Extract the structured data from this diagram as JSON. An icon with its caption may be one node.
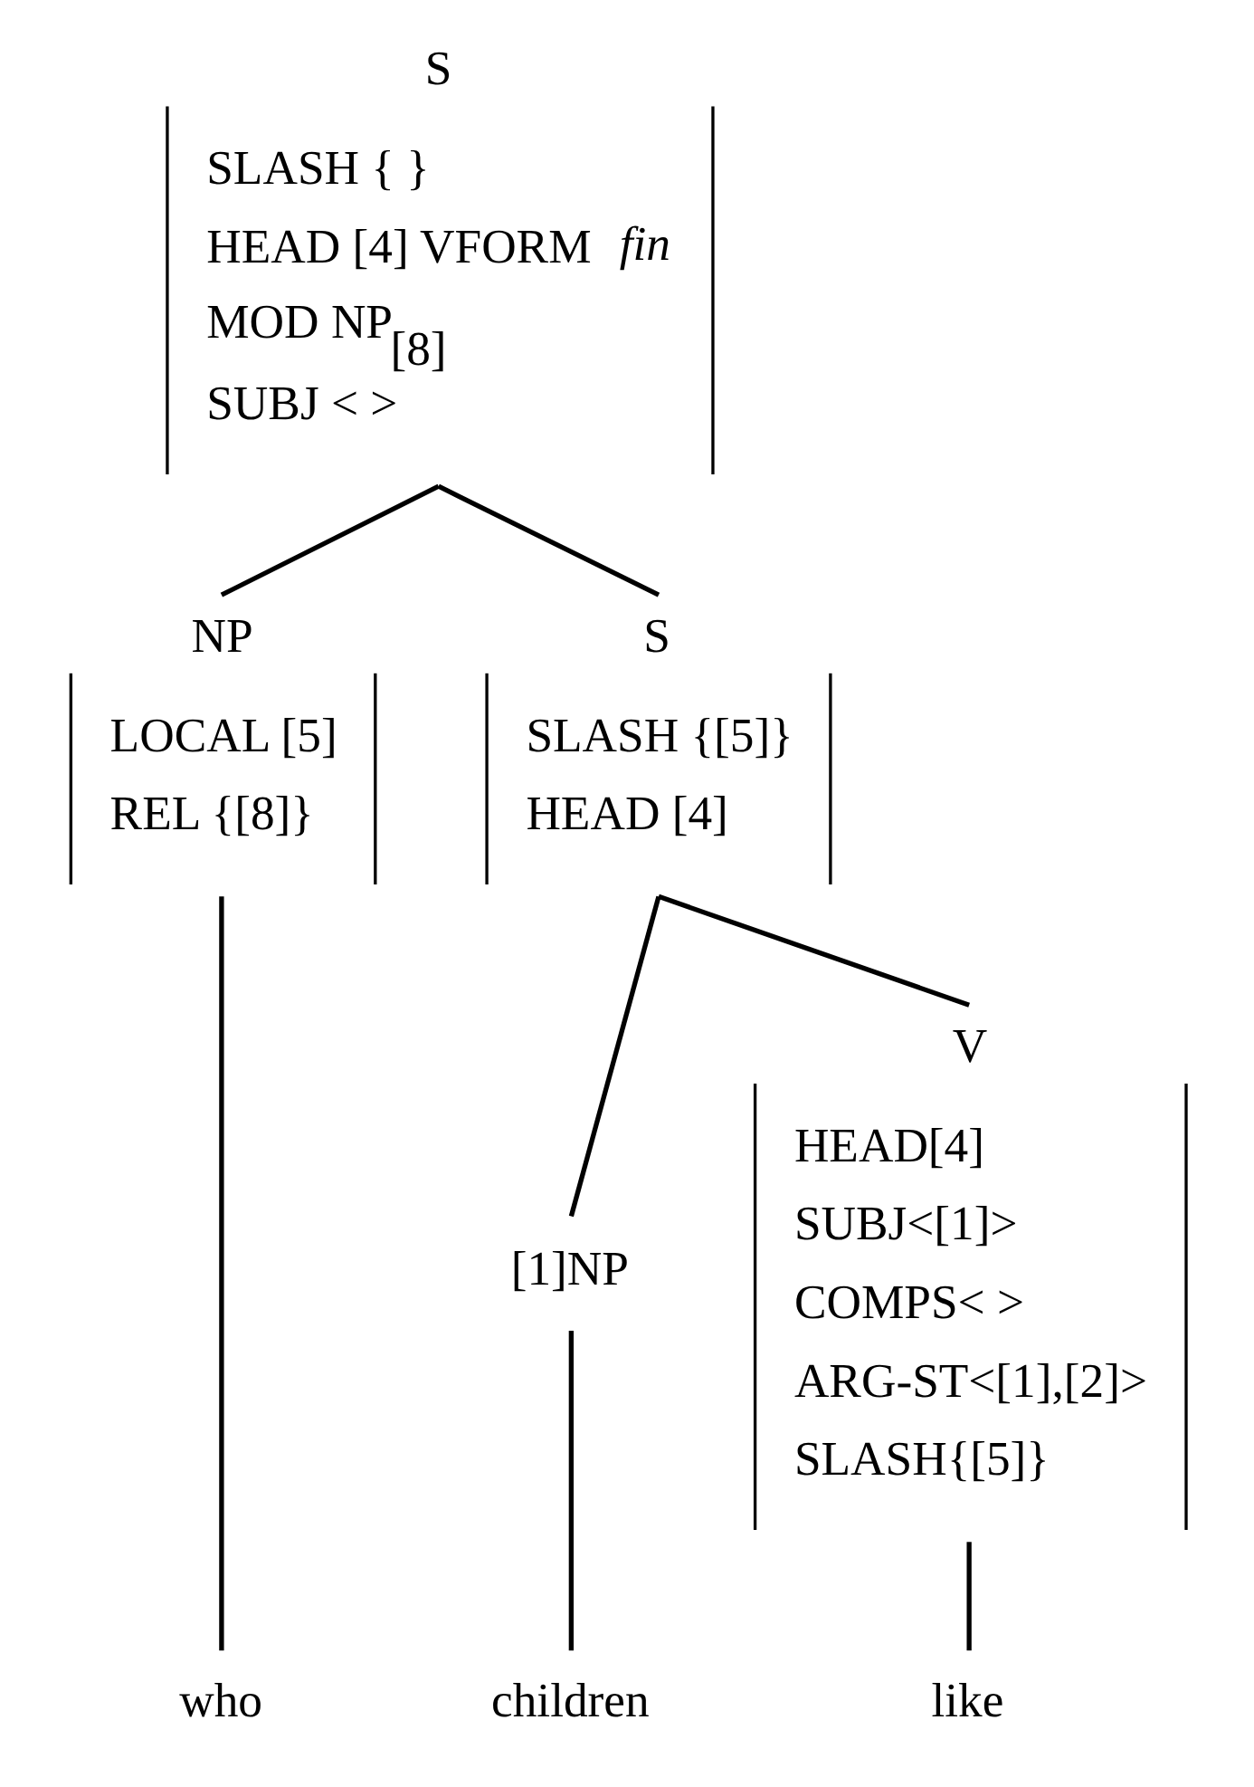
{
  "diagram": {
    "nodes": [
      {
        "text": [
          "S",
          "SLASH { }",
          "HEAD [4] VFORM *fin*",
          "MOD NP$_{[8]}$",
          "SUBJ < >"
        ]
      },
      {
        "text": [
          "NP",
          "LOCAL [5]",
          "REL {[8]}"
        ]
      },
      {
        "text": [
          "S",
          "SLASH {[5]}",
          "HEAD [4]"
        ]
      },
      {
        "text": [
          "[1]NP"
        ]
      },
      {
        "text": [
          "V",
          "HEAD[4]",
          "SUBJ<[1]>",
          "COMPS< >",
          "ARG-ST<[1],[2]>",
          "SLASH{[5]}"
        ]
      },
      {
        "text": [
          "who"
        ]
      },
      {
        "text": [
          "children"
        ]
      },
      {
        "text": [
          "like"
        ]
      }
    ],
    "edges": [
      {
        "from": 0,
        "to": 1,
        "arrow": "none"
      },
      {
        "from": 0,
        "to": 2,
        "arrow": "none"
      },
      {
        "from": 2,
        "to": 3,
        "arrow": "none"
      },
      {
        "from": 2,
        "to": 4,
        "arrow": "none"
      },
      {
        "from": 1,
        "to": 5,
        "arrow": "none"
      },
      {
        "from": 3,
        "to": 6,
        "arrow": "none"
      },
      {
        "from": 4,
        "to": 7,
        "arrow": "none"
      }
    ]
  }
}
